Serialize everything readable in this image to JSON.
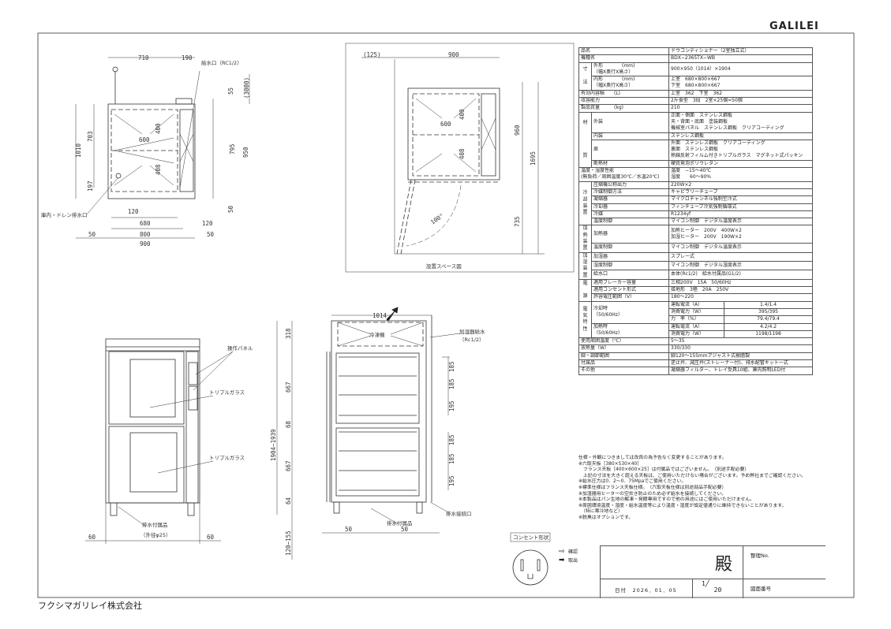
{
  "brand": "GALILEI",
  "company": "フクシマガリレイ株式会社",
  "plan_view": {
    "dims": [
      "710",
      "190",
      "1010",
      "703",
      "197",
      "55",
      "(3000)",
      "795",
      "950",
      "50",
      "120",
      "680",
      "120",
      "50",
      "800",
      "50",
      "900",
      "600",
      "400",
      "408"
    ],
    "labels": [
      "給水口（RC1/2）",
      "庫内・ドレン排水口"
    ]
  },
  "space_view": {
    "dims": [
      "(125)",
      "900",
      "960",
      "1695",
      "735",
      "600",
      "400",
      "408",
      "100°"
    ],
    "title": "設置スペース図"
  },
  "front_view": {
    "dims": [
      "60",
      "60"
    ],
    "labels": [
      "操作パネル",
      "トリプルガラス",
      "トリプルガラス",
      "排水付属品",
      "（外径φ25）"
    ]
  },
  "side_view": {
    "dims": [
      "1014",
      "1904~1939",
      "318",
      "667",
      "68",
      "667",
      "64",
      "120~155",
      "185",
      "185",
      "195",
      "185",
      "185",
      "195",
      "50",
      "50"
    ],
    "labels": [
      "冷凍機",
      "加湿器給水",
      "（Rc1/2）",
      "排水接続口",
      "排水付属品"
    ]
  },
  "outlet": {
    "label": "コンセント形状"
  },
  "spec": {
    "rows": [
      [
        [
          "品名",
          2
        ],
        [
          "ドウコンディショナー（2室独立式）",
          2
        ]
      ],
      [
        [
          "機種名",
          2
        ],
        [
          "BDX−2365TX−WB",
          2
        ]
      ],
      [
        [
          "寸\n\n法",
          1,
          2,
          "g"
        ],
        [
          "外形　　　　(mm)\n（幅X奥行X高さ）"
        ],
        [
          "900×950（1014）×1904",
          2
        ]
      ],
      [
        [
          "内形　　　　(mm)\n（幅X奥行X高さ）"
        ],
        [
          "上室　680×800×667\n下室　680×800×667",
          2
        ]
      ],
      [
        [
          "有効内容積　　(L)",
          2
        ],
        [
          "上室　362　下室　362",
          2
        ]
      ],
      [
        [
          "収容能力",
          2
        ],
        [
          "2斤食型　3段　2室×25個=50個",
          2
        ]
      ],
      [
        [
          "製品質量　　　(kg)",
          2
        ],
        [
          "210",
          2
        ]
      ],
      [
        [
          "材\n\n\n\n\n質",
          1,
          4,
          "g"
        ],
        [
          "外装"
        ],
        [
          "正面・側面　ステンレス鋼板\n天・背面・底面　塗装鋼板\n機械室パネル　ステンレス鋼板　クリアコーティング",
          2
        ]
      ],
      [
        [
          "内装"
        ],
        [
          "ステンレス鋼板",
          2
        ]
      ],
      [
        [
          "扉"
        ],
        [
          "外面　ステンレス鋼板　クリアコーティング\n裏面　ステンレス鋼板\n熱線反射フィルム付きトリプルガラス　マグネット式パッキン",
          2
        ]
      ],
      [
        [
          "断熱材"
        ],
        [
          "硬質発泡ポリウレタン",
          2
        ]
      ],
      [
        [
          "温度・湿度性能\n(無負荷／周囲温度30℃／水温20℃)",
          2
        ],
        [
          "温度　−15〜40℃\n湿度　　60〜90%",
          2
        ]
      ],
      [
        [
          "冷\n却\n装\n置",
          1,
          6,
          "g"
        ],
        [
          "圧縮機公称出力"
        ],
        [
          "220W×2",
          2
        ]
      ],
      [
        [
          "冷媒制御方法"
        ],
        [
          "キャピラリーチューブ",
          2
        ]
      ],
      [
        [
          "凝縮器"
        ],
        [
          "マイクロチャンネル強制空冷式",
          2
        ]
      ],
      [
        [
          "冷却器"
        ],
        [
          "フィンチューブ冷気強制循環式",
          2
        ]
      ],
      [
        [
          "冷媒"
        ],
        [
          "R1234yf",
          2
        ]
      ],
      [
        [
          "温度制御"
        ],
        [
          "マイコン制御　デジタル温度表示",
          2
        ]
      ],
      [
        [
          "加\n熱\n装\n置",
          1,
          2,
          "g"
        ],
        [
          "加熱器"
        ],
        [
          "加熱ヒーター　200V　400W×2\n加湿ヒーター　200V　190W×2",
          2
        ]
      ],
      [
        [
          "温度制御"
        ],
        [
          "マイコン制御　デジタル温度表示",
          2
        ]
      ],
      [
        [
          "加\n湿\n装\n置",
          1,
          3,
          "g"
        ],
        [
          "加湿器"
        ],
        [
          "スプレー式",
          2
        ]
      ],
      [
        [
          "湿度制御"
        ],
        [
          "マイコン制御　デジタル湿度表示",
          2
        ]
      ],
      [
        [
          "給水口"
        ],
        [
          "本体(Rc1/2)　給水付属品(G1/2)",
          2
        ]
      ],
      [
        [
          "電\n\n源",
          1,
          3,
          "g"
        ],
        [
          "適用ブレーカー容量"
        ],
        [
          "三相200V　15A　50/60Hz",
          2
        ]
      ],
      [
        [
          "適用コンセント形式"
        ],
        [
          "接地形　3極　20A　250V",
          2
        ]
      ],
      [
        [
          "許容電圧範囲（V）"
        ],
        [
          "180〜220",
          2
        ]
      ],
      [
        [
          "電\n気\n特\n性",
          1,
          5,
          "g"
        ],
        [
          "冷却時\n（50/60Hz）",
          1,
          3
        ],
        [
          "運転電流（A）"
        ],
        [
          "1.4/1.4",
          1,
          1,
          "n"
        ]
      ],
      [
        [
          "消費電力（W）"
        ],
        [
          "395/395",
          1,
          1,
          "n"
        ]
      ],
      [
        [
          "力　率（%）"
        ],
        [
          "79.4/79.4",
          1,
          1,
          "n"
        ]
      ],
      [
        [
          "加熱時\n（50/60Hz）",
          1,
          2
        ],
        [
          "運転電流（A）"
        ],
        [
          "4.2/4.2",
          1,
          1,
          "n"
        ]
      ],
      [
        [
          "消費電力（W）"
        ],
        [
          "1198/1198",
          1,
          1,
          "n"
        ]
      ],
      [
        [
          "使用周囲温度（℃）",
          2
        ],
        [
          "5〜35",
          2
        ]
      ],
      [
        [
          "放熱量（W）",
          2
        ],
        [
          "330/330",
          2
        ]
      ],
      [
        [
          "脚・調節範囲",
          2
        ],
        [
          "脚120〜155mmアジャスト式樹脂製",
          2
        ]
      ],
      [
        [
          "付属品",
          2
        ],
        [
          "逆止弁、減圧弁(ストレーナー付)、排水配管キット一式",
          2
        ]
      ],
      [
        [
          "その他",
          2
        ],
        [
          "凝縮器フィルター、トレイ受具10組、庫内照明LED付",
          2
        ]
      ]
    ],
    "notes": [
      "仕様・外観につきましては改良の為予告なく変更することがあります。",
      "※六取天板［380×530×40］",
      "　フランス天板［400×600×25］は付属品ではございません。（別途手配必要）",
      "　上記の寸法を大きく超える天板は、ご使用いただけない場合がございます。予め弊社までご確認ください。",
      "※給水圧力は0．2〜0．75Mpaでご使用ください。",
      "※標準仕様はフランス天板仕様。（六取天板仕様は別途部品手配必要）",
      "※加湿器用ヒーターの空炊き防止のため必ず給水を接続してください。",
      "※本製品はパン生地の解凍・発酵専用ですので他の用途にはご使用いただけません。",
      "※周囲環境温度・湿度・給水温度等により温度・湿度が設定値通りに維持できないことがあります。",
      "　（特に寒冷地など）",
      "※脱臭はオプションです。"
    ]
  },
  "title_block": {
    "legend_confirm": "確認",
    "legend_takeout": "取出",
    "honorific": "殿",
    "ref_no_label": "整理No.",
    "date": "日付　2026．01．05",
    "page_num": "1",
    "page_den": "20",
    "drawing_no_label": "図面番号"
  }
}
